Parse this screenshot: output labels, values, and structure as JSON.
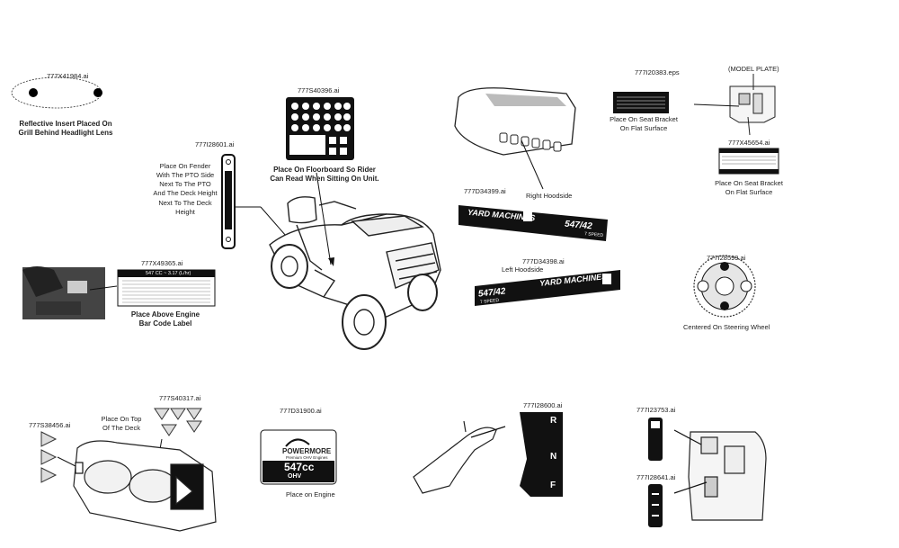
{
  "parts": {
    "p1": {
      "id": "777X41984.ai",
      "caption": "Reflective Insert Placed On Grill Behind Headlight Lens"
    },
    "p2": {
      "id": "777S40396.ai",
      "caption": "Place On Floorboard So Rider Can Read When Sitting On Unit."
    },
    "p3": {
      "id": "777I28601.ai",
      "caption": "Place On Fender With The PTO Side Next To The PTO And The Deck Height Next To The Deck Height"
    },
    "p4": {
      "id": "777X49365.ai",
      "caption": "Place Above Engine Bar Code Label",
      "label_top": "547 CC ~ 3.17 (L/hr)"
    },
    "p5": {
      "id": "777D34399.ai",
      "caption": "Right Hoodside",
      "brand": "YARD MACHINES",
      "model": "547/42",
      "speed": "7 SPEED"
    },
    "p6": {
      "id": "777D34398.ai",
      "caption": "Left Hoodside"
    },
    "p7": {
      "id": "777I20383.eps",
      "caption": "Place On Seat Bracket On Flat Surface"
    },
    "p8": {
      "id": "(MODEL PLATE)"
    },
    "p9": {
      "id": "777X45654.ai",
      "caption": "Place On Seat Bracket On Flat Surface"
    },
    "p10": {
      "id": "777I28599.ai",
      "caption": "Centered On Steering Wheel"
    },
    "p11": {
      "id": "777S38456.ai"
    },
    "p12": {
      "id": "777S40317.ai",
      "caption": "Place On Top Of The Deck"
    },
    "p13": {
      "id": "777D31900.ai",
      "caption": "Place on Engine",
      "brand": "POWERMORE",
      "sub": "Premium OHV Engines",
      "size": "547cc",
      "type": "OHV"
    },
    "p14": {
      "id": "777I28600.ai",
      "r": "R",
      "n": "N",
      "f": "F"
    },
    "p15": {
      "id": "777I23753.ai"
    },
    "p16": {
      "id": "777I28641.ai"
    }
  },
  "colors": {
    "ink": "#222222",
    "decal": "#111111"
  }
}
